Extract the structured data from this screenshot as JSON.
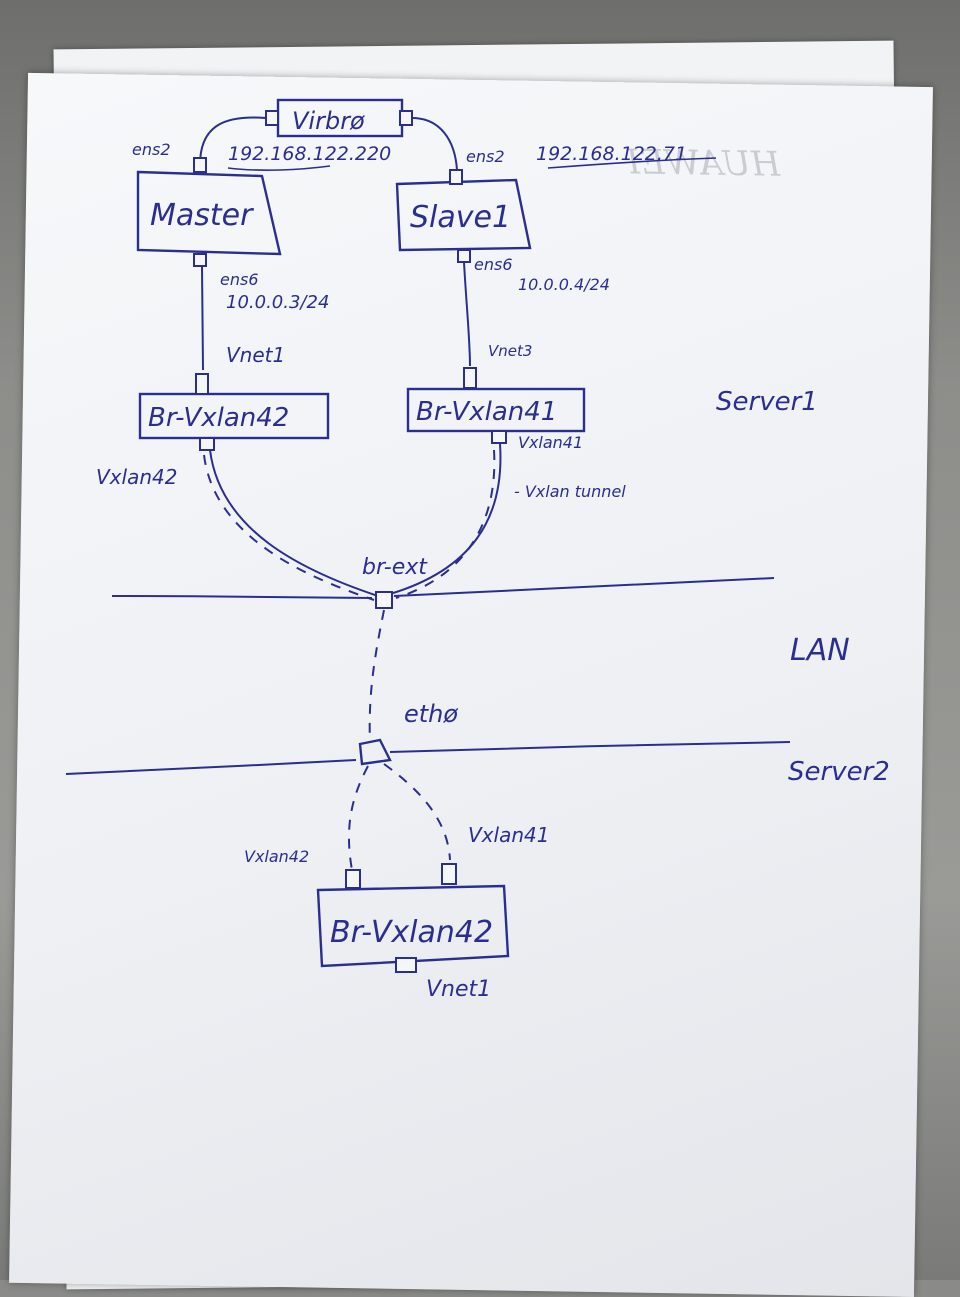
{
  "watermark": "HUAWEI",
  "nodes": {
    "virbr": "Virbrø",
    "master": "Master",
    "slave": "Slave1",
    "br_vxlan42_top": "Br-Vxlan42",
    "br_vxlan41": "Br-Vxlan41",
    "br_ext": "br-ext",
    "eth0": "ethø",
    "br_vxlan42_bottom": "Br-Vxlan42"
  },
  "labels": {
    "master_ens2": "ens2",
    "master_ip": "192.168.122.220",
    "slave_ens2": "ens2",
    "slave_ip": "192.168.122.71",
    "master_ens6": "ens6",
    "master_ens6_ip": "10.0.0.3/24",
    "slave_ens6": "ens6",
    "slave_ens6_ip": "10.0.0.4/24",
    "vnet1_top": "Vnet1",
    "vnet3": "Vnet3",
    "vxlan42_left": "Vxlan42",
    "vxlan41_right": "Vxlan41",
    "vxlan_tunnel": "- Vxlan tunnel",
    "vxlan42_bottom": "Vxlan42",
    "vxlan41_bottom": "Vxlan41",
    "vnet1_bottom": "Vnet1"
  },
  "zones": {
    "server1": "Server1",
    "lan": "LAN",
    "server2": "Server2"
  }
}
